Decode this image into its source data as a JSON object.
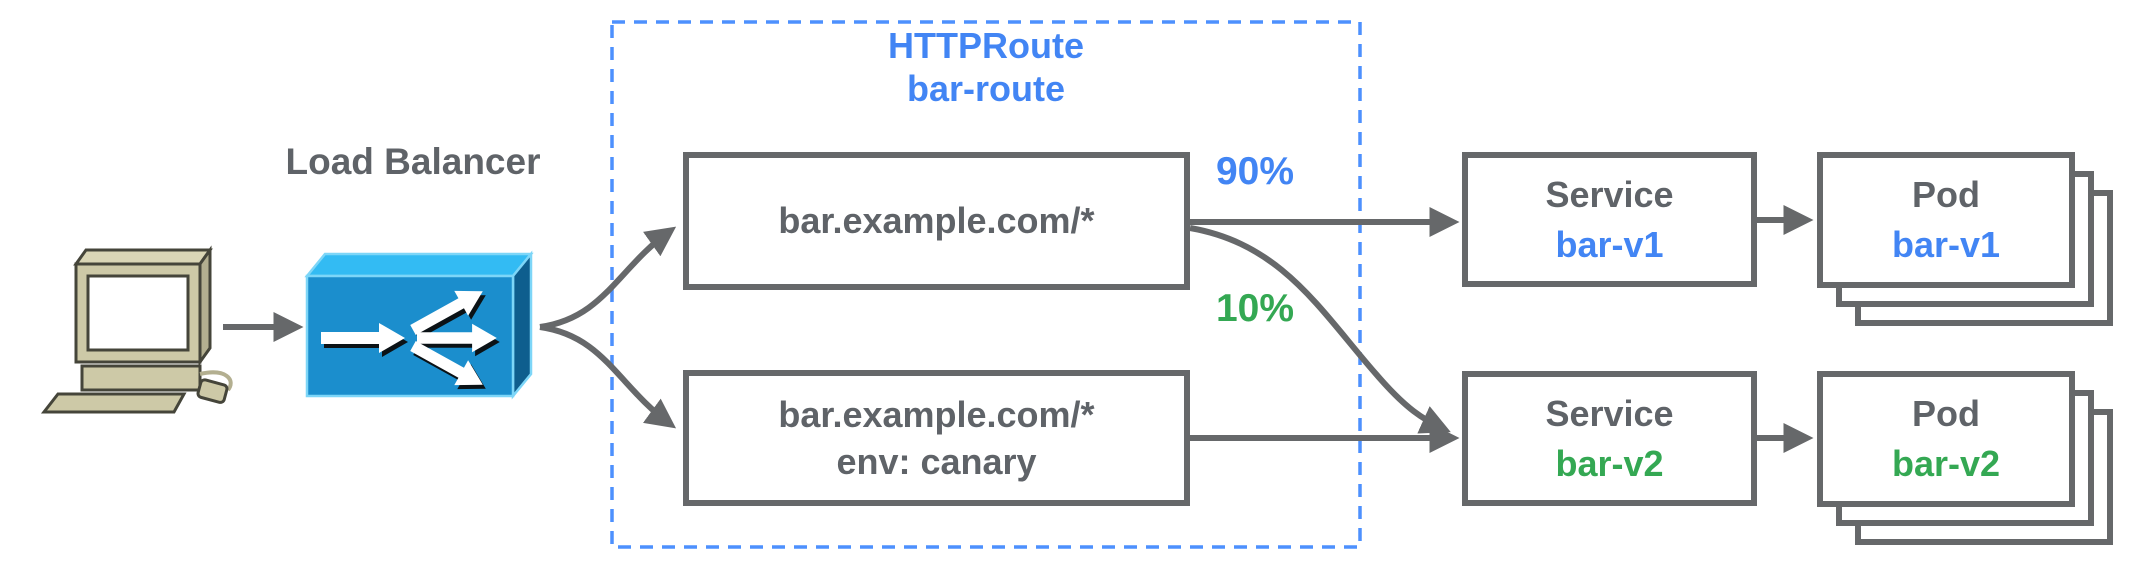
{
  "colors": {
    "blue": "#4285f4",
    "green": "#34a853",
    "gray_text": "#5f6368",
    "line": "#66686a",
    "route_border": "#4d90fe",
    "lb_front": "#1b8ecd",
    "lb_top": "#33bbf3",
    "lb_side": "#0e5e8e",
    "computer_body": "#cdc9a7",
    "computer_body_light": "#dad6b6",
    "computer_body_dark": "#b3af90",
    "computer_outline": "#45453a"
  },
  "icons": {
    "client": "desktop-computer-icon",
    "load_balancer": "load-balancer-fanout-icon"
  },
  "nodes": {
    "load_balancer": {
      "label": "Load Balancer"
    },
    "httproute": {
      "kind": "HTTPRoute",
      "name": "bar-route"
    },
    "route_rule_1": {
      "match": "bar.example.com/*"
    },
    "route_rule_2": {
      "match": "bar.example.com/*",
      "header_match": "env: canary"
    },
    "service_1": {
      "kind": "Service",
      "name": "bar-v1"
    },
    "service_2": {
      "kind": "Service",
      "name": "bar-v2"
    },
    "pod_1": {
      "kind": "Pod",
      "name": "bar-v1"
    },
    "pod_2": {
      "kind": "Pod",
      "name": "bar-v2"
    }
  },
  "edges": {
    "weight_90": {
      "label": "90%"
    },
    "weight_10": {
      "label": "10%"
    }
  }
}
